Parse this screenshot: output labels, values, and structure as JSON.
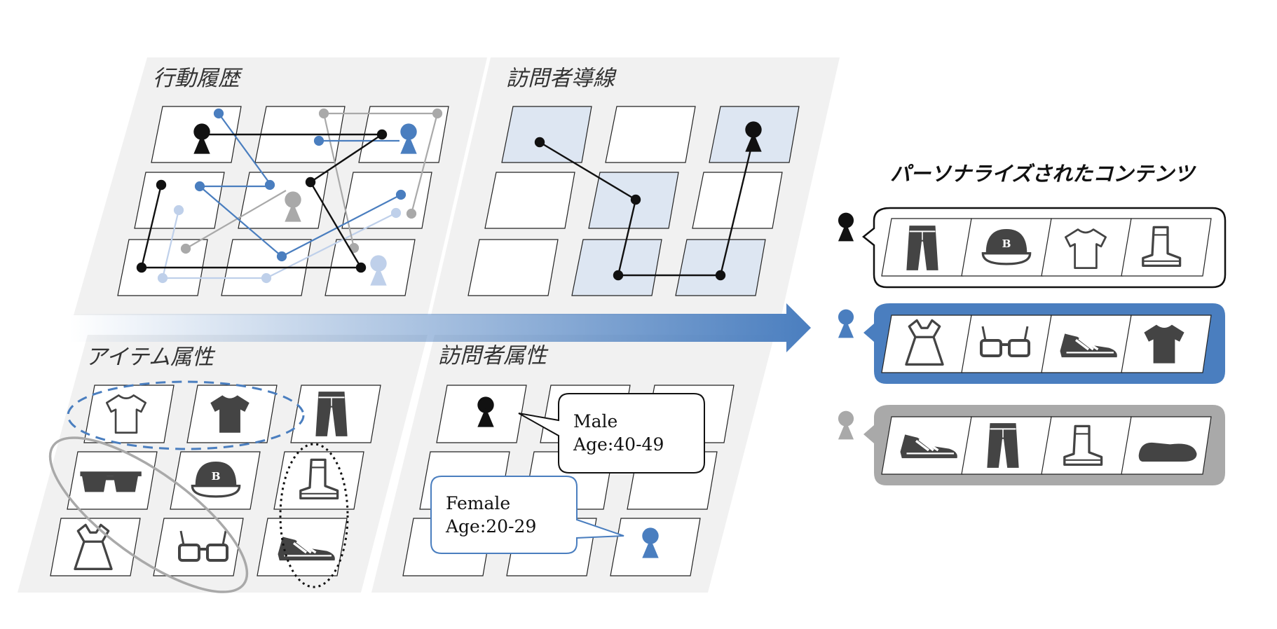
{
  "panels": {
    "behavior_history": {
      "title": "行動履歴"
    },
    "visitor_path": {
      "title": "訪問者導線"
    },
    "item_attributes": {
      "title": "アイテム属性"
    },
    "visitor_attributes": {
      "title": "訪問者属性"
    }
  },
  "personalized": {
    "title": "パーソナライズされたコンテンツ",
    "rows": [
      {
        "user": "black-user-icon",
        "items": [
          "jeans-icon",
          "cap-icon",
          "tshirt-outline-icon",
          "boot-icon"
        ]
      },
      {
        "user": "blue-user-icon",
        "items": [
          "dress-icon",
          "glasses-icon",
          "sneaker-icon",
          "tshirt-filled-icon"
        ]
      },
      {
        "user": "gray-user-icon",
        "items": [
          "sneaker-icon",
          "jeans-icon",
          "boot-icon",
          "loafer-icon"
        ]
      }
    ]
  },
  "callouts": {
    "male": {
      "line1": "Male",
      "line2": "Age:40-49"
    },
    "female": {
      "line1": "Female",
      "line2": "Age:20-29"
    }
  },
  "colors": {
    "black": "#111111",
    "blue": "#4a7ebf",
    "light_blue": "#bfd0ea",
    "gray": "#a9a9a9",
    "panel_bg": "#f1f1f1",
    "highlight_cell": "#dde6f2"
  }
}
